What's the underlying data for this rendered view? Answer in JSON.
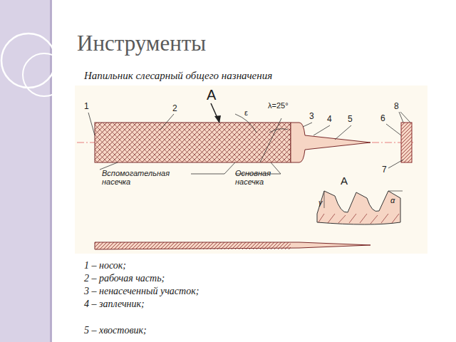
{
  "diagram": {
    "title": "Инструменты",
    "labels": [
      "Напильник слесарный общего назначения",
      "1",
      "2",
      "A",
      "ε",
      "λ=25°",
      "3",
      "4",
      "5",
      "6",
      "8",
      "7",
      "Вспомогательная насечка",
      "Основная насечка",
      "A",
      "γ",
      "α",
      "1 – носок;",
      "2 – рабочая часть;",
      "3 – ненасеченный участок;",
      "4 – заплечник;",
      "5 – хвостовик;"
    ]
  }
}
